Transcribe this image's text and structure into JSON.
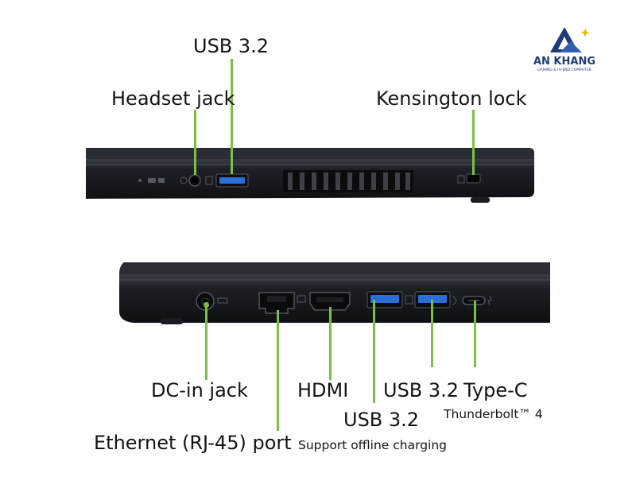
{
  "logo": {
    "name": "AN KHANG",
    "tagline": "GAMING & HI-END COMPUTER"
  },
  "top_view": {
    "labels": {
      "usb": "USB 3.2",
      "headset": "Headset jack",
      "kensington": "Kensington lock"
    }
  },
  "bottom_view": {
    "labels": {
      "dc_in": "DC-in jack",
      "hdmi": "HDMI",
      "usb_right": "USB 3.2",
      "type_c": "Type-C",
      "type_c_sub": "Thunderbolt™ 4",
      "usb_left": "USB 3.2",
      "usb_left_sub": "Support offline charging",
      "ethernet": "Ethernet (RJ-45) port"
    }
  },
  "colors": {
    "leader": "#7bc043",
    "chassis": "#15181d",
    "usb_blue": "#2a6fd6",
    "logo": "#1f3a78"
  }
}
